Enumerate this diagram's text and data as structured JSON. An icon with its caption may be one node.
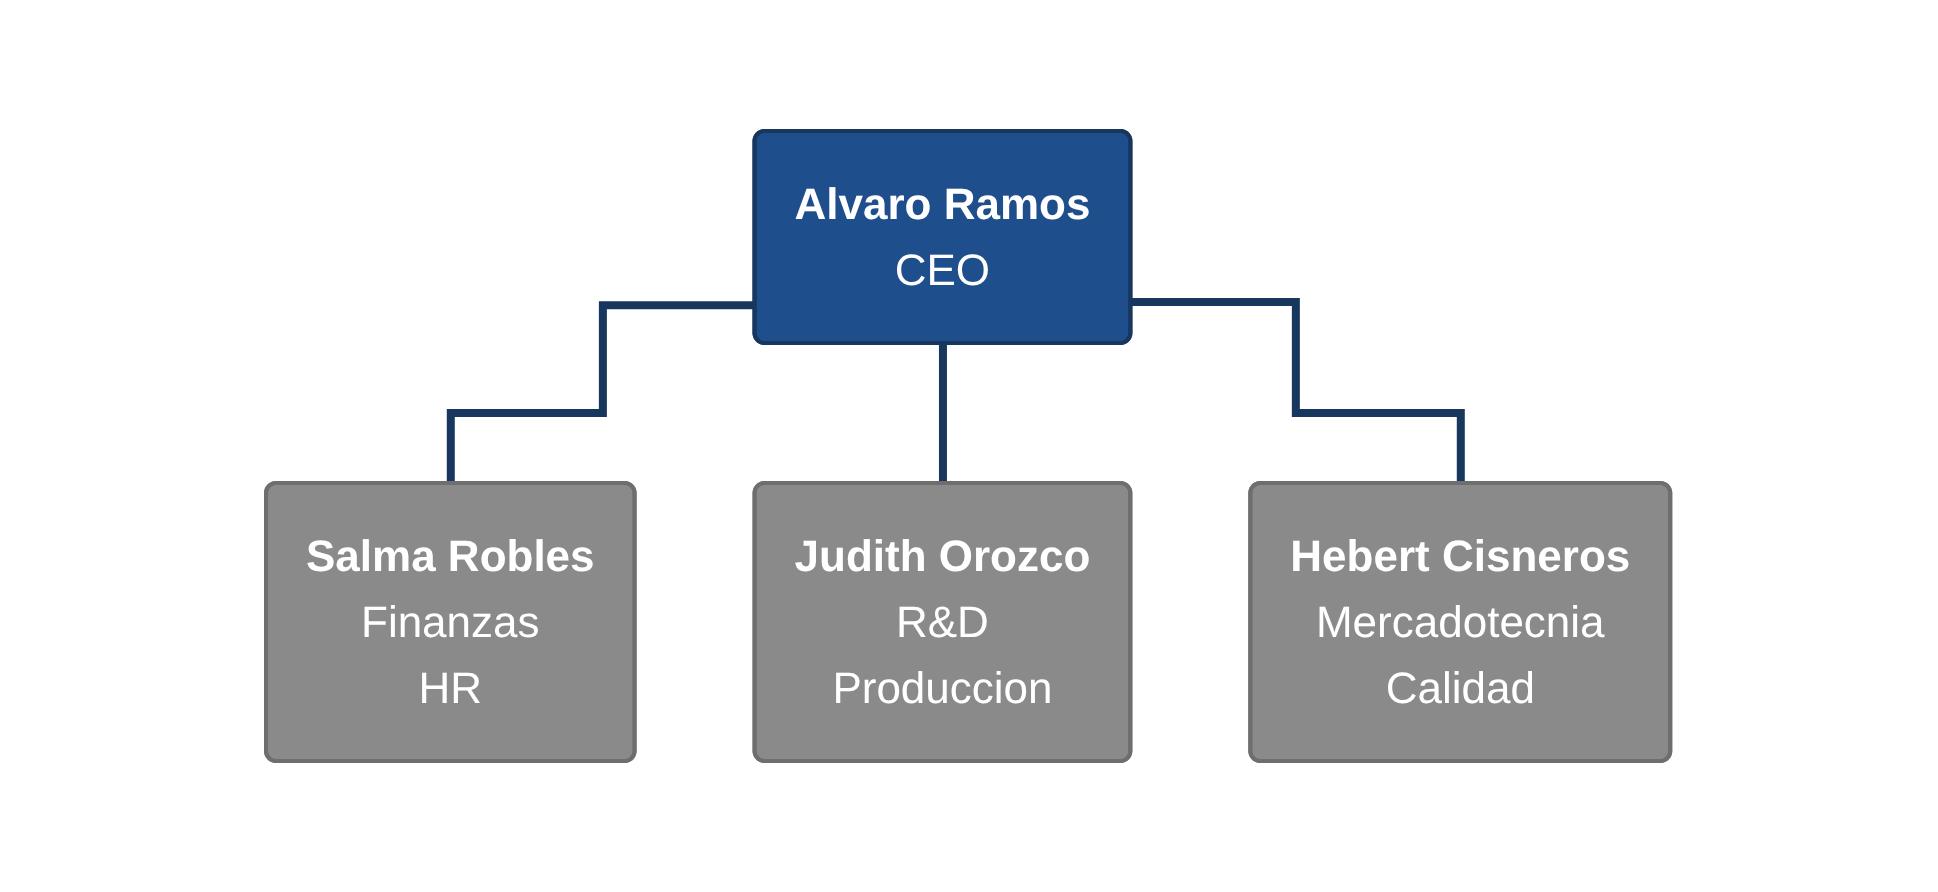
{
  "diagram": {
    "nodes": [
      {
        "text": [
          "Alvaro Ramos",
          "CEO"
        ]
      },
      {
        "text": [
          "Salma Robles",
          "Finanzas",
          "HR"
        ]
      },
      {
        "text": [
          "Judith Orozco",
          "R&D",
          "Produccion"
        ]
      },
      {
        "text": [
          "Hebert Cisneros",
          "Mercadotecnia",
          "Calidad"
        ]
      }
    ],
    "edges": [
      {
        "from": 0,
        "to": 1,
        "arrow": "none"
      },
      {
        "from": 0,
        "to": 2,
        "arrow": "none"
      },
      {
        "from": 0,
        "to": 3,
        "arrow": "none"
      }
    ]
  }
}
